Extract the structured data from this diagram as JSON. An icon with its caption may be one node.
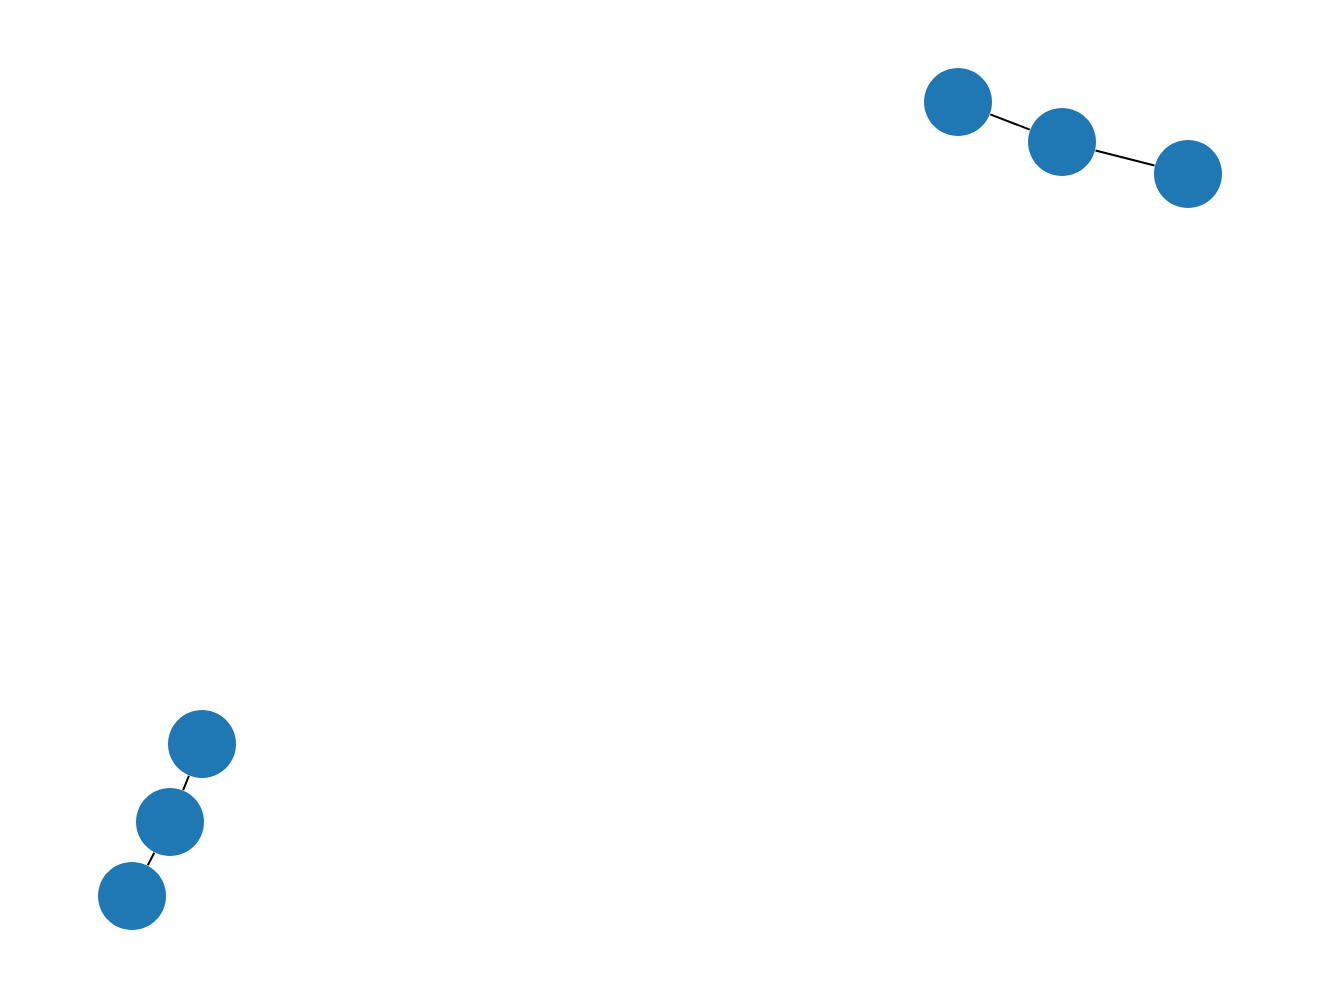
{
  "diagram": {
    "nodes": [
      {
        "text": [],
        "shape": "circle"
      },
      {
        "text": [],
        "shape": "circle"
      },
      {
        "text": [],
        "shape": "circle"
      },
      {
        "text": [],
        "shape": "circle"
      },
      {
        "text": [],
        "shape": "circle"
      },
      {
        "text": [],
        "shape": "circle"
      }
    ],
    "edges": [
      {
        "from": 0,
        "to": 1,
        "arrow": "none"
      },
      {
        "from": 1,
        "to": 2,
        "arrow": "none"
      },
      {
        "from": 3,
        "to": 4,
        "arrow": "none"
      },
      {
        "from": 4,
        "to": 5,
        "arrow": "none"
      }
    ]
  }
}
